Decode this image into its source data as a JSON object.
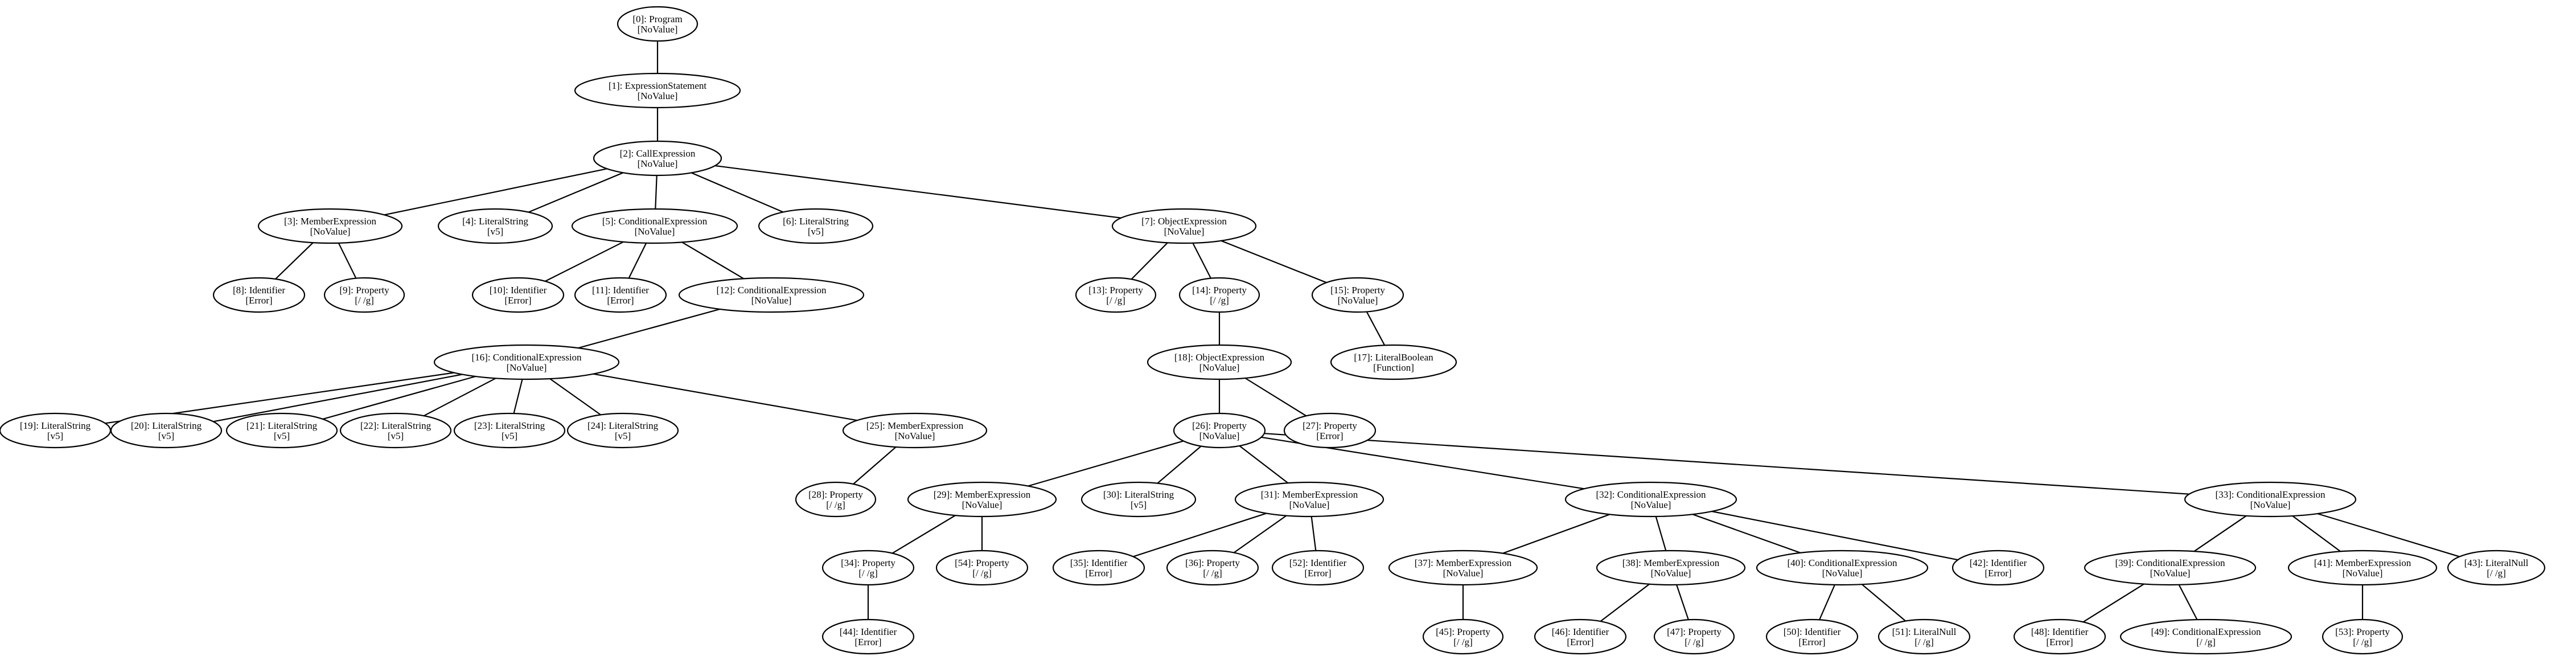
{
  "nodes": [
    {
      "id": 0,
      "title": "[0]: Program",
      "value": "[NoValue]"
    },
    {
      "id": 1,
      "title": "[1]: ExpressionStatement",
      "value": "[NoValue]"
    },
    {
      "id": 2,
      "title": "[2]: CallExpression",
      "value": "[NoValue]"
    },
    {
      "id": 3,
      "title": "[3]: MemberExpression",
      "value": "[NoValue]"
    },
    {
      "id": 4,
      "title": "[4]: LiteralString",
      "value": "[v5]"
    },
    {
      "id": 5,
      "title": "[5]: ConditionalExpression",
      "value": "[NoValue]"
    },
    {
      "id": 6,
      "title": "[6]: LiteralString",
      "value": "[v5]"
    },
    {
      "id": 7,
      "title": "[7]: ObjectExpression",
      "value": "[NoValue]"
    },
    {
      "id": 8,
      "title": "[8]: Identifier",
      "value": "[Error]"
    },
    {
      "id": 9,
      "title": "[9]: Property",
      "value": "[/ /g]"
    },
    {
      "id": 10,
      "title": "[10]: Identifier",
      "value": "[Error]"
    },
    {
      "id": 11,
      "title": "[11]: Identifier",
      "value": "[Error]"
    },
    {
      "id": 12,
      "title": "[12]: ConditionalExpression",
      "value": "[NoValue]"
    },
    {
      "id": 13,
      "title": "[13]: Property",
      "value": "[/ /g]"
    },
    {
      "id": 14,
      "title": "[14]: Property",
      "value": "[/ /g]"
    },
    {
      "id": 15,
      "title": "[15]: Property",
      "value": "[NoValue]"
    },
    {
      "id": 16,
      "title": "[16]: ConditionalExpression",
      "value": "[NoValue]"
    },
    {
      "id": 17,
      "title": "[17]: LiteralBoolean",
      "value": "[Function]"
    },
    {
      "id": 18,
      "title": "[18]: ObjectExpression",
      "value": "[NoValue]"
    },
    {
      "id": 19,
      "title": "[19]: LiteralString",
      "value": "[v5]"
    },
    {
      "id": 20,
      "title": "[20]: LiteralString",
      "value": "[v5]"
    },
    {
      "id": 21,
      "title": "[21]: LiteralString",
      "value": "[v5]"
    },
    {
      "id": 22,
      "title": "[22]: LiteralString",
      "value": "[v5]"
    },
    {
      "id": 23,
      "title": "[23]: LiteralString",
      "value": "[v5]"
    },
    {
      "id": 24,
      "title": "[24]: LiteralString",
      "value": "[v5]"
    },
    {
      "id": 25,
      "title": "[25]: MemberExpression",
      "value": "[NoValue]"
    },
    {
      "id": 26,
      "title": "[26]: Property",
      "value": "[NoValue]"
    },
    {
      "id": 27,
      "title": "[27]: Property",
      "value": "[Error]"
    },
    {
      "id": 28,
      "title": "[28]: Property",
      "value": "[/ /g]"
    },
    {
      "id": 29,
      "title": "[29]: MemberExpression",
      "value": "[NoValue]"
    },
    {
      "id": 30,
      "title": "[30]: LiteralString",
      "value": "[v5]"
    },
    {
      "id": 31,
      "title": "[31]: MemberExpression",
      "value": "[NoValue]"
    },
    {
      "id": 32,
      "title": "[32]: ConditionalExpression",
      "value": "[NoValue]"
    },
    {
      "id": 33,
      "title": "[33]: ConditionalExpression",
      "value": "[NoValue]"
    },
    {
      "id": 34,
      "title": "[34]: Property",
      "value": "[/ /g]"
    },
    {
      "id": 35,
      "title": "[35]: Identifier",
      "value": "[Error]"
    },
    {
      "id": 36,
      "title": "[36]: Property",
      "value": "[/ /g]"
    },
    {
      "id": 37,
      "title": "[37]: MemberExpression",
      "value": "[NoValue]"
    },
    {
      "id": 38,
      "title": "[38]: MemberExpression",
      "value": "[NoValue]"
    },
    {
      "id": 39,
      "title": "[39]: ConditionalExpression",
      "value": "[NoValue]"
    },
    {
      "id": 40,
      "title": "[40]: ConditionalExpression",
      "value": "[NoValue]"
    },
    {
      "id": 41,
      "title": "[41]: MemberExpression",
      "value": "[NoValue]"
    },
    {
      "id": 42,
      "title": "[42]: Identifier",
      "value": "[Error]"
    },
    {
      "id": 43,
      "title": "[43]: LiteralNull",
      "value": "[/ /g]"
    },
    {
      "id": 44,
      "title": "[44]: Identifier",
      "value": "[Error]"
    },
    {
      "id": 45,
      "title": "[45]: Property",
      "value": "[/ /g]"
    },
    {
      "id": 46,
      "title": "[46]: Identifier",
      "value": "[Error]"
    },
    {
      "id": 47,
      "title": "[47]: Property",
      "value": "[/ /g]"
    },
    {
      "id": 48,
      "title": "[48]: Identifier",
      "value": "[Error]"
    },
    {
      "id": 49,
      "title": "[49]: ConditionalExpression",
      "value": "[/ /g]"
    },
    {
      "id": 50,
      "title": "[50]: Identifier",
      "value": "[Error]"
    },
    {
      "id": 51,
      "title": "[51]: LiteralNull",
      "value": "[/ /g]"
    },
    {
      "id": 52,
      "title": "[52]: Identifier",
      "value": "[Error]"
    },
    {
      "id": 53,
      "title": "[53]: Property",
      "value": "[/ /g]"
    },
    {
      "id": 54,
      "title": "[54]: Property",
      "value": "[/ /g]"
    }
  ],
  "edges": [
    [
      0,
      1
    ],
    [
      1,
      2
    ],
    [
      2,
      3
    ],
    [
      2,
      4
    ],
    [
      2,
      5
    ],
    [
      2,
      6
    ],
    [
      2,
      7
    ],
    [
      3,
      8
    ],
    [
      3,
      9
    ],
    [
      5,
      10
    ],
    [
      5,
      11
    ],
    [
      5,
      12
    ],
    [
      7,
      13
    ],
    [
      7,
      14
    ],
    [
      7,
      15
    ],
    [
      12,
      16
    ],
    [
      14,
      18
    ],
    [
      15,
      17
    ],
    [
      16,
      19
    ],
    [
      16,
      20
    ],
    [
      16,
      21
    ],
    [
      16,
      22
    ],
    [
      16,
      23
    ],
    [
      16,
      24
    ],
    [
      16,
      25
    ],
    [
      18,
      26
    ],
    [
      18,
      27
    ],
    [
      25,
      28
    ],
    [
      26,
      29
    ],
    [
      26,
      30
    ],
    [
      26,
      31
    ],
    [
      26,
      32
    ],
    [
      26,
      33
    ],
    [
      29,
      34
    ],
    [
      29,
      54
    ],
    [
      31,
      35
    ],
    [
      31,
      36
    ],
    [
      31,
      52
    ],
    [
      32,
      37
    ],
    [
      32,
      38
    ],
    [
      32,
      40
    ],
    [
      32,
      42
    ],
    [
      33,
      39
    ],
    [
      33,
      41
    ],
    [
      33,
      43
    ],
    [
      34,
      44
    ],
    [
      37,
      45
    ],
    [
      38,
      46
    ],
    [
      38,
      47
    ],
    [
      39,
      48
    ],
    [
      39,
      49
    ],
    [
      40,
      50
    ],
    [
      40,
      51
    ],
    [
      41,
      53
    ]
  ]
}
